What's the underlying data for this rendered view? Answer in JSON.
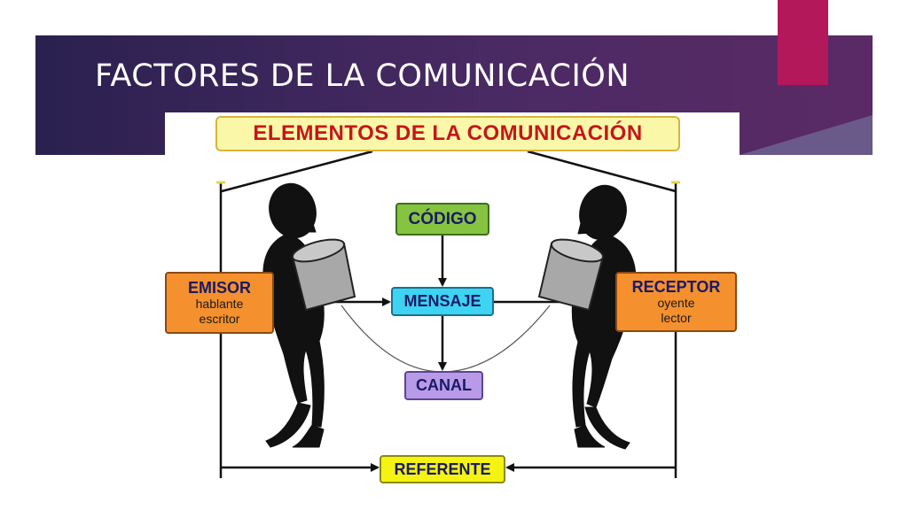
{
  "slide": {
    "title": "FACTORES DE LA COMUNICACIÓN"
  },
  "diagram": {
    "title": "ELEMENTOS DE LA COMUNICACIÓN",
    "emisor": {
      "label": "EMISOR",
      "sub1": "hablante",
      "sub2": "escritor"
    },
    "receptor": {
      "label": "RECEPTOR",
      "sub1": "oyente",
      "sub2": "lector"
    },
    "codigo": "CÓDIGO",
    "mensaje": "MENSAJE",
    "canal": "CANAL",
    "referente": "REFERENTE"
  },
  "colors": {
    "banner_dark": "#2a2150",
    "banner_mid": "#5b2a66",
    "accent_pink": "#b3185a",
    "title_box_fill": "#fbf7a8",
    "title_text": "#c4161c",
    "codigo_fill": "#85c341",
    "mensaje_fill": "#3cd4f2",
    "canal_fill": "#b89ae8",
    "referente_fill": "#f5f312",
    "emisor_receptor_fill": "#f5902e"
  }
}
